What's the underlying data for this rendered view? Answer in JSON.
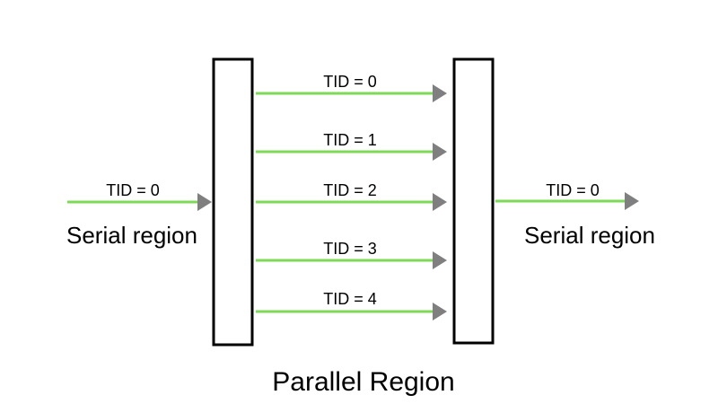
{
  "diagram": {
    "colors": {
      "thread_line": "#7ed957",
      "arrow_head": "#7f7f7f",
      "box_stroke": "#000000",
      "text": "#000000"
    },
    "serial_in": {
      "tid_label": "TID = 0",
      "region_label": "Serial region"
    },
    "serial_out": {
      "tid_label": "TID = 0",
      "region_label": "Serial region"
    },
    "threads": [
      {
        "tid_label": "TID = 0"
      },
      {
        "tid_label": "TID = 1"
      },
      {
        "tid_label": "TID = 2"
      },
      {
        "tid_label": "TID = 3"
      },
      {
        "tid_label": "TID = 4"
      }
    ],
    "caption": "Parallel Region"
  }
}
